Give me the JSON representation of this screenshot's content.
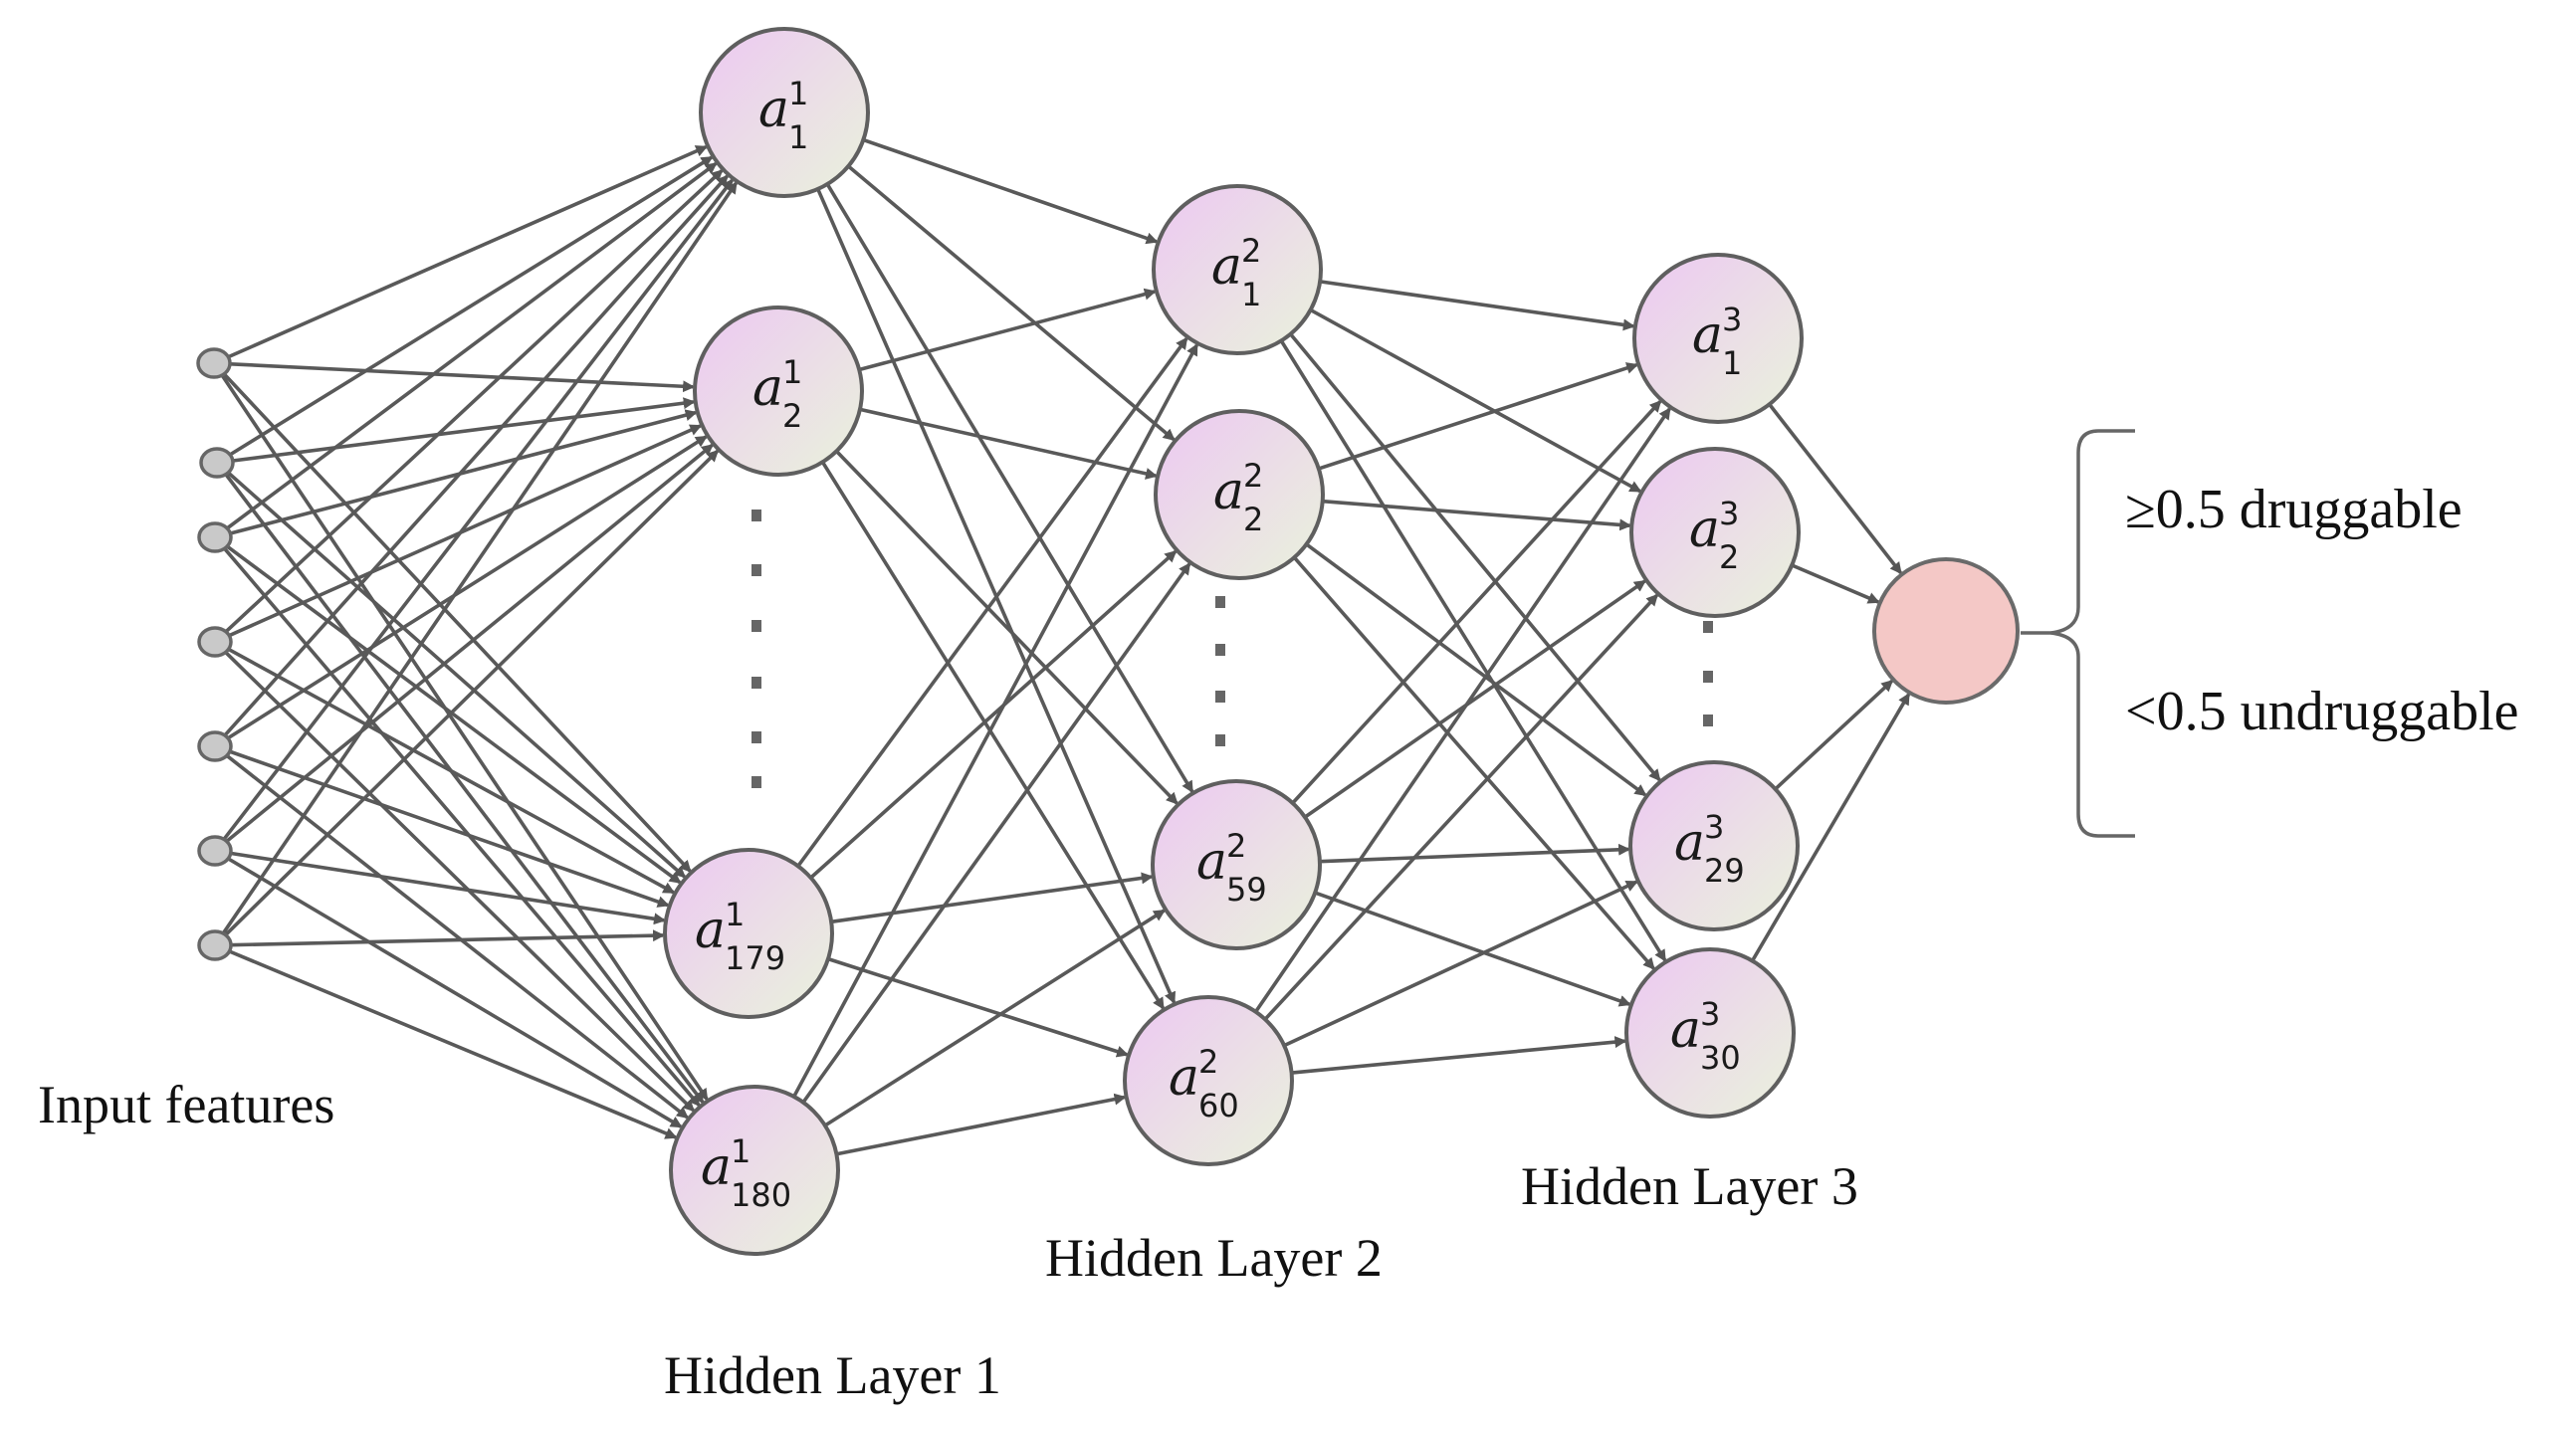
{
  "labels": {
    "input": "Input features",
    "hidden1": "Hidden Layer 1",
    "hidden2": "Hidden Layer 2",
    "hidden3": "Hidden Layer 3"
  },
  "output": {
    "high": "≥0.5 druggable",
    "low": "<0.5 undruggable"
  },
  "nodes": {
    "symbol": "a",
    "layer1": [
      {
        "sup": "1",
        "sub": "1"
      },
      {
        "sup": "1",
        "sub": "2"
      },
      {
        "sup": "1",
        "sub": "179"
      },
      {
        "sup": "1",
        "sub": "180"
      }
    ],
    "layer2": [
      {
        "sup": "2",
        "sub": "1"
      },
      {
        "sup": "2",
        "sub": "2"
      },
      {
        "sup": "2",
        "sub": "59"
      },
      {
        "sup": "2",
        "sub": "60"
      }
    ],
    "layer3": [
      {
        "sup": "3",
        "sub": "1"
      },
      {
        "sup": "3",
        "sub": "2"
      },
      {
        "sup": "3",
        "sub": "29"
      },
      {
        "sup": "3",
        "sub": "30"
      }
    ]
  },
  "colors": {
    "node_top": "#ecc8f2",
    "node_bottom": "#eaf2dc",
    "output_node": "#f4c8c6",
    "input_node": "#c9c9c9",
    "edge": "#595959"
  }
}
